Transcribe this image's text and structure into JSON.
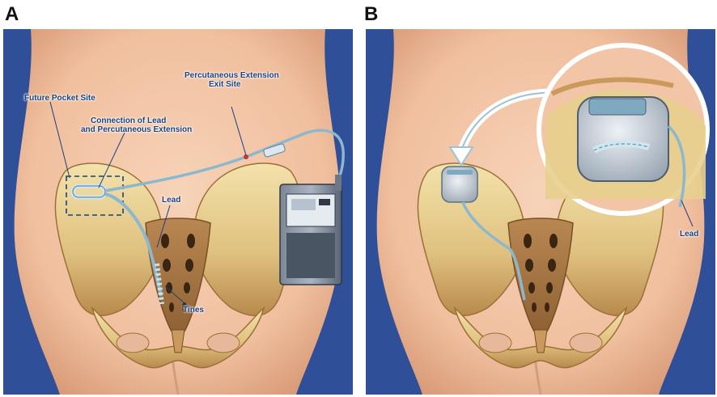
{
  "panel_a": {
    "letter": "A",
    "labels": {
      "future_pocket": "Future Pocket Site",
      "connection_line1": "Connection of Lead",
      "connection_line2": "and Percutaneous Extension",
      "extension_line1": "Percutaneous Extension",
      "extension_line2": "Exit Site",
      "lead": "Lead",
      "tines": "Tines"
    }
  },
  "panel_b": {
    "letter": "B",
    "labels": {
      "lead": "Lead"
    }
  },
  "colors": {
    "background_blue": "#2f4f98",
    "skin": "#f2c5a6",
    "bone": "#e7cf8e",
    "bone_shadow": "#a5733a",
    "lead_wire": "#8cb8cf",
    "label_text": "#1d3f7a"
  }
}
